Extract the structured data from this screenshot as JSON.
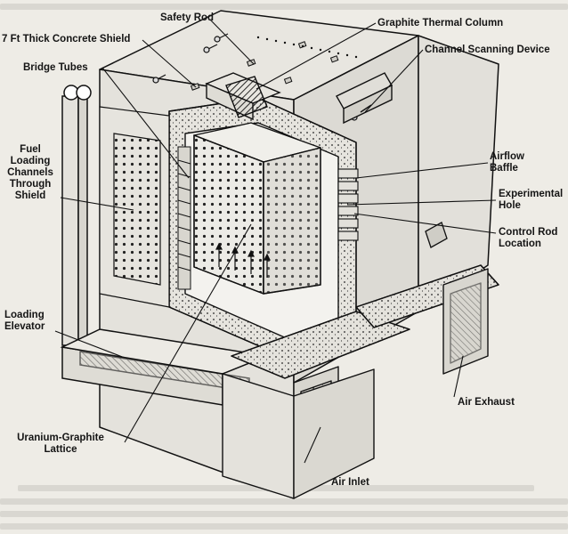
{
  "labels": {
    "safety_rod": "Safety Rod",
    "concrete_shield": "7 Ft Thick Concrete Shield",
    "graphite_column": "Graphite Thermal Column",
    "channel_scanning": "Channel Scanning Device",
    "bridge_tubes": "Bridge Tubes",
    "fuel_loading": "Fuel\nLoading\nChannels\nThrough\nShield",
    "airflow_baffle": "Airflow\nBaffle",
    "experimental_hole": "Experimental\nHole",
    "control_rod": "Control Rod\nLocation",
    "loading_elevator": "Loading\nElevator",
    "air_exhaust": "Air Exhaust",
    "uranium_lattice": "Uranium-Graphite\nLattice",
    "air_inlet": "Air Inlet"
  },
  "colors": {
    "ink": "#151515",
    "paper": "#eeece6",
    "concrete": "#e6e4de",
    "lattice_face": "#ecebe6"
  }
}
